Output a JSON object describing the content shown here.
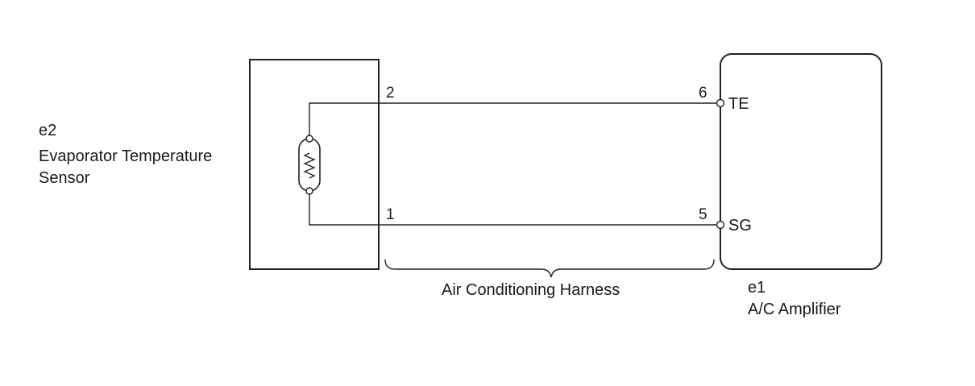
{
  "sensor": {
    "code": "e2",
    "name_line1": "Evaporator Temperature",
    "name_line2": "Sensor"
  },
  "amplifier": {
    "code": "e1",
    "name": "A/C Amplifier"
  },
  "harness": {
    "label": "Air Conditioning Harness"
  },
  "wires": [
    {
      "sensor_pin": "2",
      "amp_pin": "6",
      "signal": "TE"
    },
    {
      "sensor_pin": "1",
      "amp_pin": "5",
      "signal": "SG"
    }
  ]
}
